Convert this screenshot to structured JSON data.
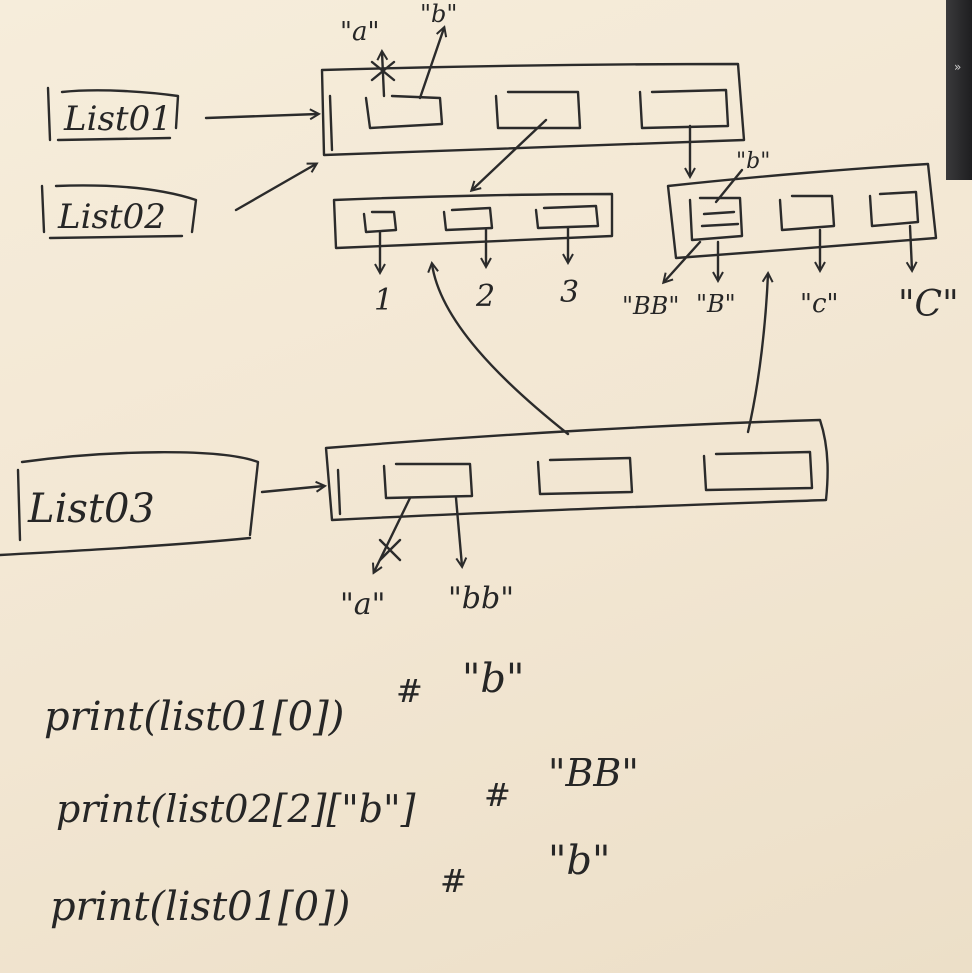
{
  "variables": {
    "list01": "List01",
    "list02": "List02",
    "list03": "List03"
  },
  "outer_list_keys": {
    "old": "\"a\"",
    "new": "\"b\""
  },
  "middle_list_values": [
    "1",
    "2",
    "3"
  ],
  "dict_node": {
    "key_label": "\"b\"",
    "values": [
      "\"BB\"",
      "\"B\"",
      "\"c\"",
      "\"C\""
    ]
  },
  "list03_values": {
    "old": "\"a\"",
    "new": "\"bb\""
  },
  "code_lines": [
    {
      "code": "print(list01[0])",
      "comment": "#",
      "result": "\"b\""
    },
    {
      "code": "print(list02[2][\"b\"]",
      "comment": "#",
      "result": "\"BB\""
    },
    {
      "code": "print(list01[0])",
      "comment": "#",
      "result": "\"b\""
    }
  ],
  "colors": {
    "paper": "#f4ead8",
    "ink": "#2b2b2b"
  }
}
